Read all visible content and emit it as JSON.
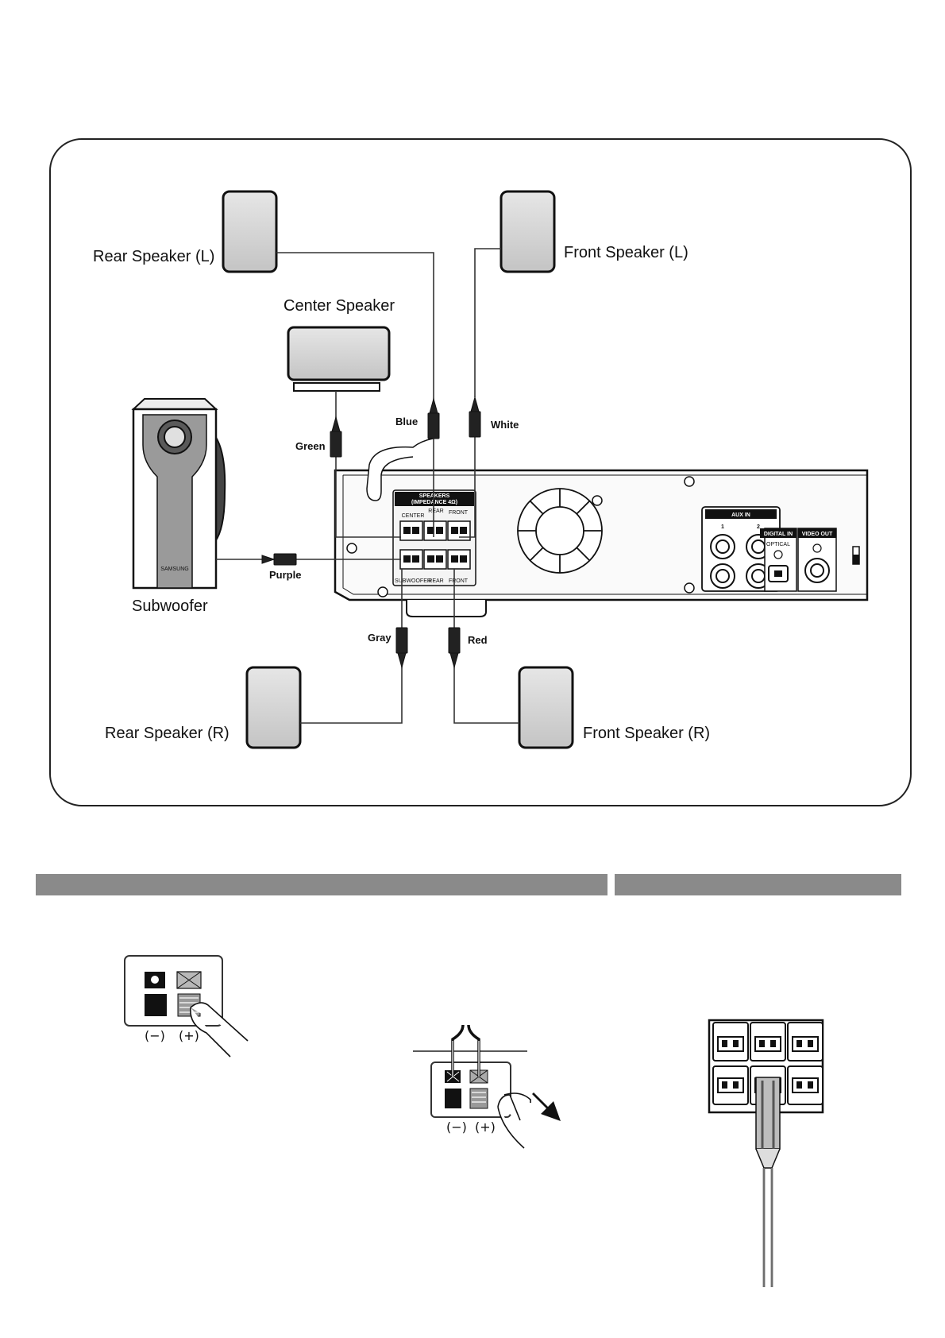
{
  "diagram": {
    "speakers": {
      "rear_left": "Rear Speaker (L)",
      "front_left": "Front Speaker (L)",
      "center": "Center Speaker",
      "subwoofer": "Subwoofer",
      "rear_right": "Rear Speaker (R)",
      "front_right": "Front Speaker (R)"
    },
    "wires": {
      "blue": "Blue",
      "white": "White",
      "green": "Green",
      "purple": "Purple",
      "gray": "Gray",
      "red": "Red"
    },
    "panel": {
      "speakers_header": "SPEAKERS",
      "impedance": "(IMPEDANCE 4Ω)",
      "center": "CENTER",
      "rear_top": "REAR",
      "front_top": "FRONT",
      "subwoofer": "SUBWOOFER",
      "rear_bottom": "REAR",
      "front_bottom": "FRONT",
      "aux_in": "AUX IN",
      "aux_1": "1",
      "aux_2": "2",
      "digital_in": "DIGITAL IN",
      "optical": "OPTICAL",
      "video_out": "VIDEO OUT"
    },
    "subwoofer_brand": "SAMSUNG"
  },
  "steps": {
    "minus": "(−)",
    "plus": "(+)"
  },
  "colors": {
    "section_bar": "#8a8a8a",
    "speaker_fill": "#d2d2d2",
    "subwoofer_stripe": "#9a9a9a"
  }
}
